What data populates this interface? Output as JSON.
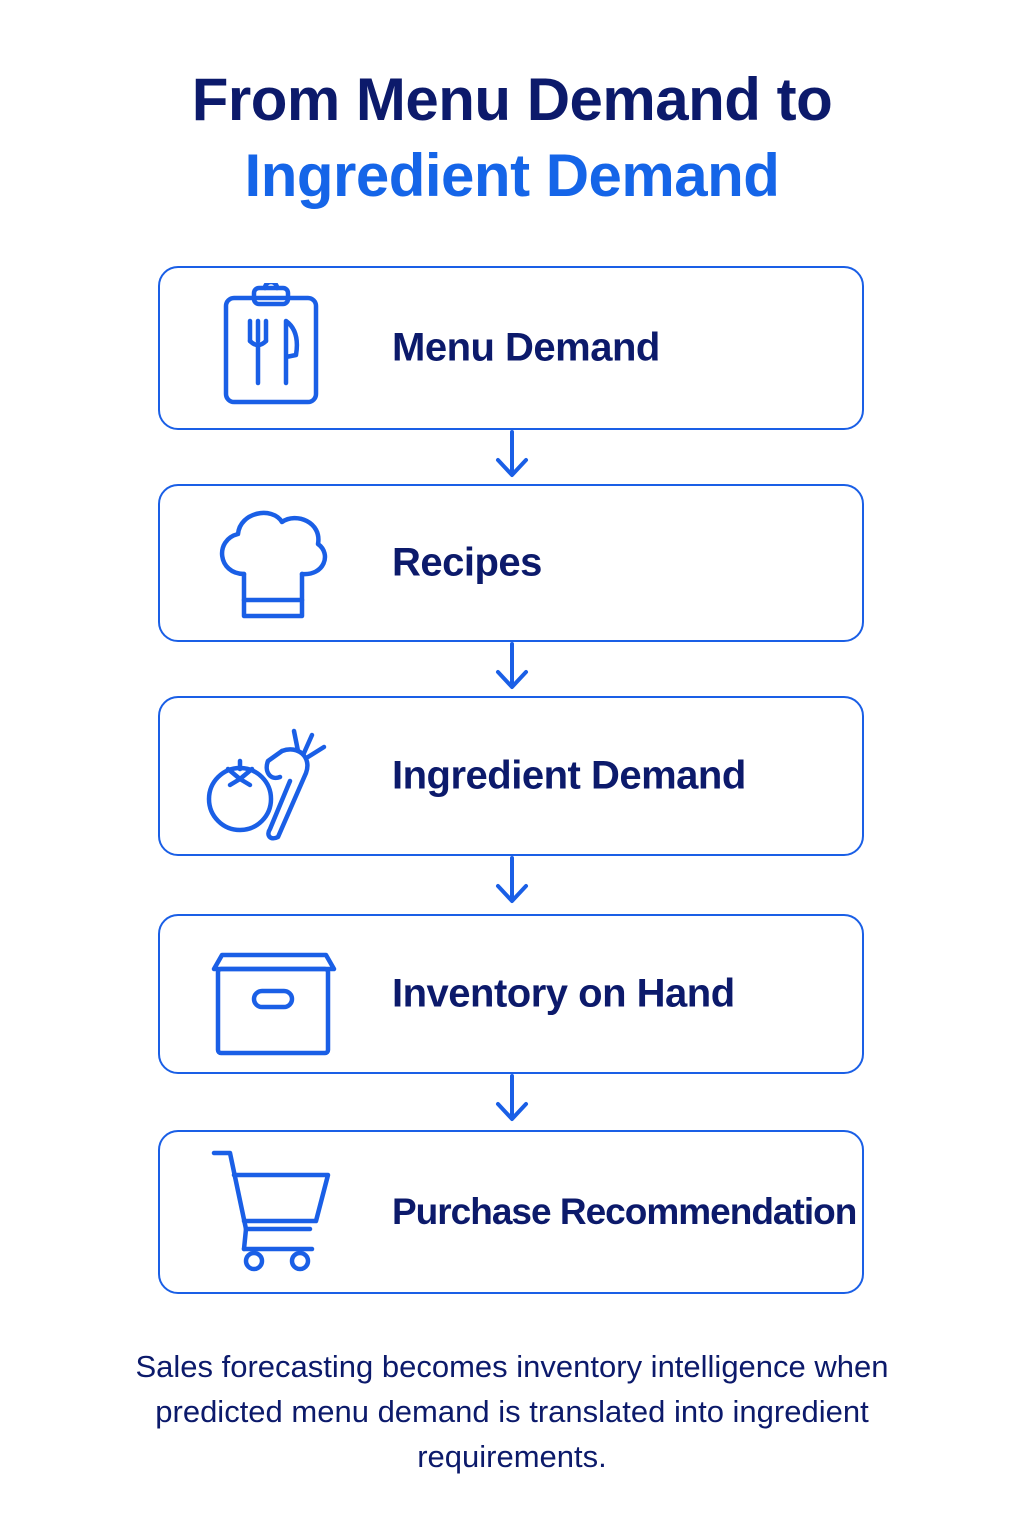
{
  "title": {
    "line1": "From Menu Demand to",
    "line2": "Ingredient Demand"
  },
  "steps": [
    {
      "label": "Menu Demand",
      "icon": "clipboard-utensils-icon"
    },
    {
      "label": "Recipes",
      "icon": "chef-hat-icon"
    },
    {
      "label": "Ingredient Demand",
      "icon": "tomato-carrot-icon"
    },
    {
      "label": "Inventory on Hand",
      "icon": "storage-box-icon"
    },
    {
      "label": "Purchase Recommendation",
      "icon": "shopping-cart-icon"
    }
  ],
  "caption": "Sales forecasting becomes inventory intelligence when predicted menu demand is translated into ingredient requirements.",
  "colors": {
    "title_dark": "#0c1a6b",
    "accent_blue": "#1565e8",
    "border_blue": "#1a5fe6",
    "text_dark": "#0c1a6b"
  }
}
